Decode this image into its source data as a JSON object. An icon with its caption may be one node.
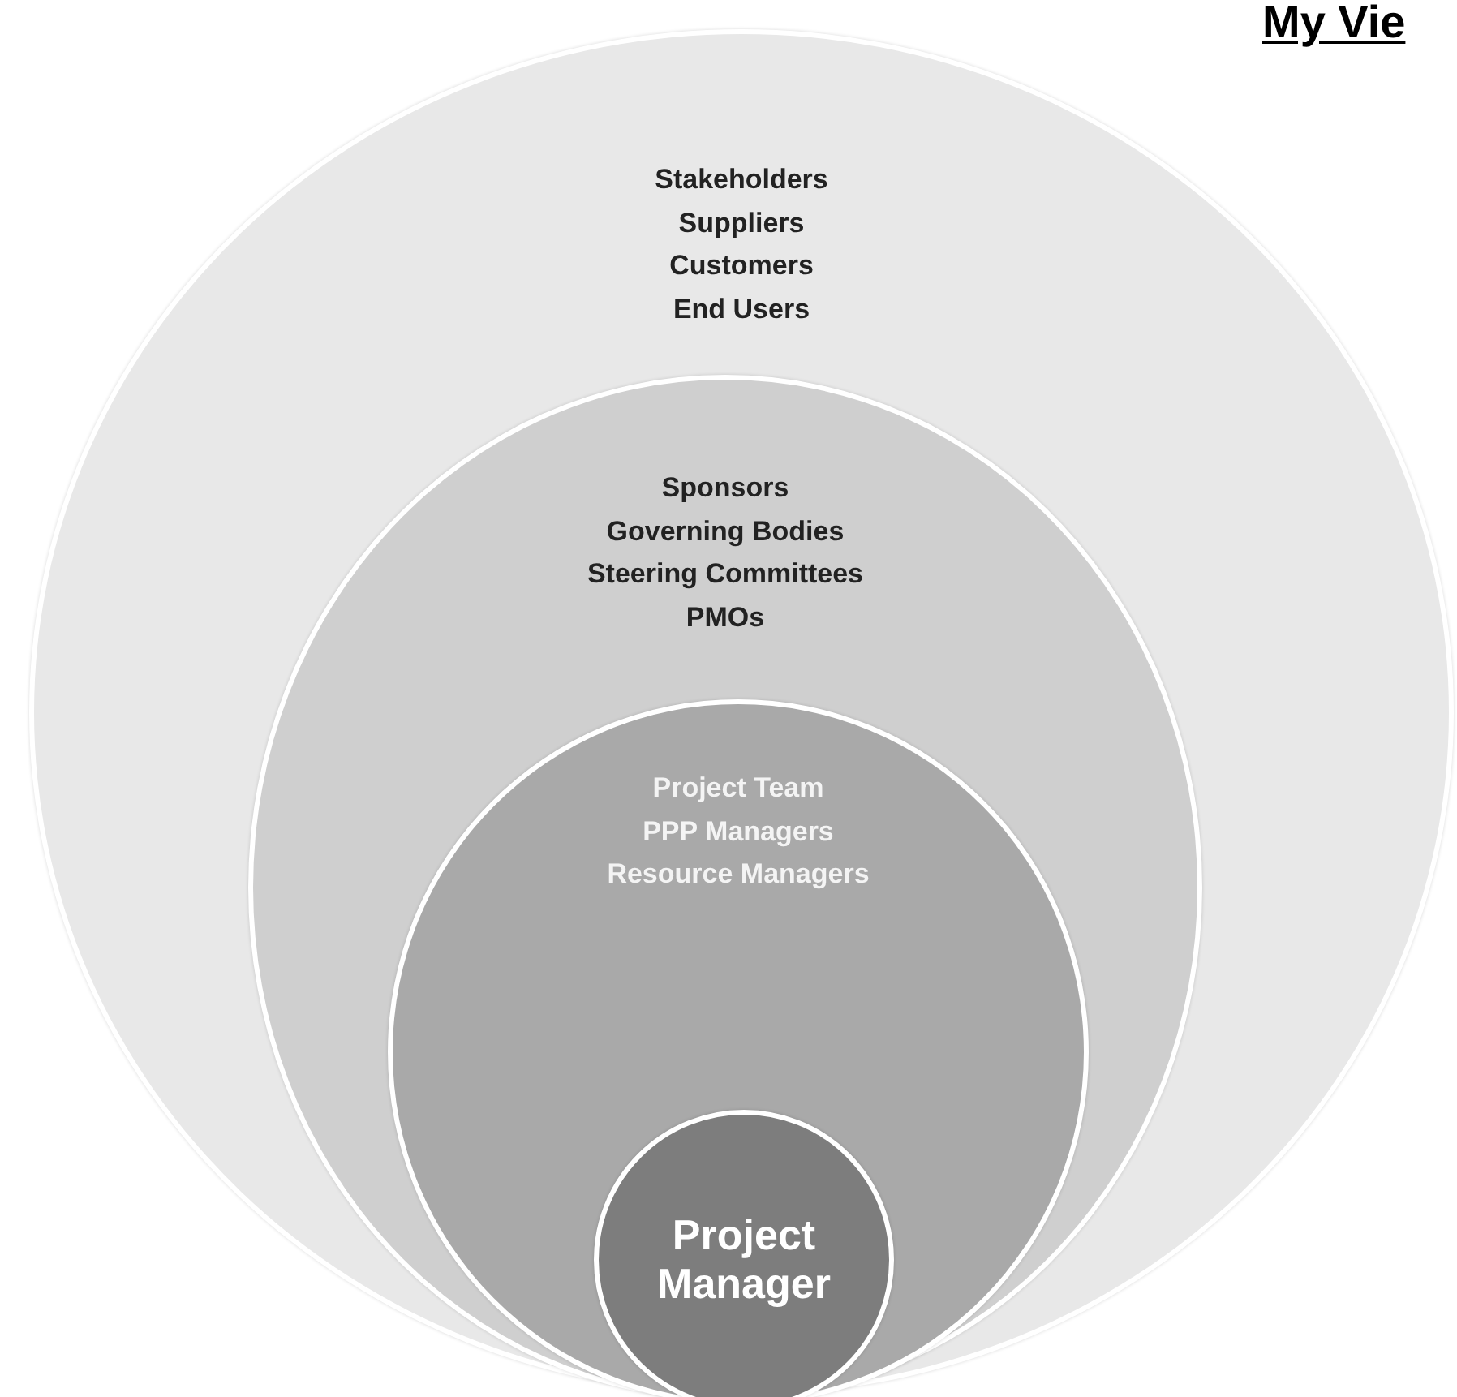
{
  "diagram": {
    "title": "My Vie",
    "nodes": [
      {
        "text": [
          "Stakeholders",
          "Suppliers",
          "Customers",
          "End Users"
        ]
      },
      {
        "text": [
          "Sponsors",
          "Governing Bodies",
          "Steering Committees",
          "PMOs"
        ],
        "in": 0
      },
      {
        "text": [
          "Project Team",
          "PPP Managers",
          "Resource Managers"
        ],
        "in": 1
      },
      {
        "text": [
          "Project Manager"
        ],
        "in": 2
      }
    ]
  }
}
